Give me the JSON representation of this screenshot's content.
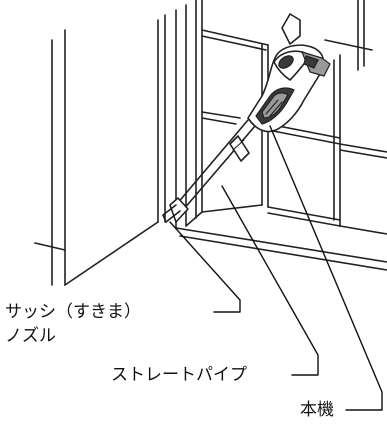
{
  "labels": {
    "nozzle_line1": "サッシ（すきま）",
    "nozzle_line2": "ノズル",
    "pipe": "ストレートパイプ",
    "body": "本機"
  },
  "colors": {
    "line": "#222222",
    "background": "#ffffff"
  },
  "icons": {
    "nozzle": "crevice-nozzle-icon",
    "pipe": "straight-pipe-icon",
    "vacuum": "handheld-vacuum-icon"
  }
}
